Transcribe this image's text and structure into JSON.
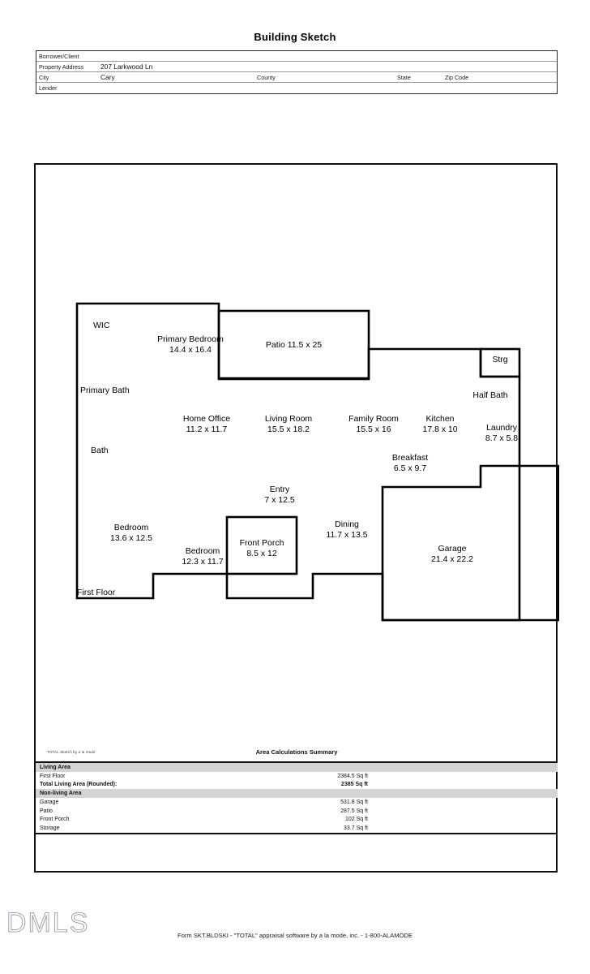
{
  "document": {
    "title": "Building Sketch",
    "form_footer": "Form SKT.BLDSKI - \"TOTAL\" appraisal software by a la mode, inc. - 1-800-ALAMODE",
    "watermark": "DMLS"
  },
  "header": {
    "borrower_label": "Borrower/Client",
    "borrower_value": "",
    "property_address_label": "Property Address",
    "property_address_value": "207 Larkwood Ln",
    "city_label": "City",
    "city_value": "Cary",
    "county_label": "County",
    "county_value": "",
    "state_label": "State",
    "state_value": "",
    "zip_label": "Zip Code",
    "zip_value": "",
    "lender_label": "Lender",
    "lender_value": ""
  },
  "sketch": {
    "floor_label": "First Floor",
    "rooms": [
      {
        "name": "WIC",
        "label": "WIC",
        "dims": ""
      },
      {
        "name": "primary-bedroom",
        "label": "Primary Bedroom",
        "dims": "14.4 x 16.4"
      },
      {
        "name": "patio",
        "label": "Patio 11.5 x 25",
        "dims": ""
      },
      {
        "name": "strg",
        "label": "Strg",
        "dims": ""
      },
      {
        "name": "primary-bath",
        "label": "Primary Bath",
        "dims": ""
      },
      {
        "name": "half-bath",
        "label": "Half Bath",
        "dims": ""
      },
      {
        "name": "home-office",
        "label": "Home Office",
        "dims": "11.2 x 11.7"
      },
      {
        "name": "living-room",
        "label": "Living Room",
        "dims": "15.5 x 18.2"
      },
      {
        "name": "family-room",
        "label": "Family Room",
        "dims": "15.5 x 16"
      },
      {
        "name": "kitchen",
        "label": "Kitchen",
        "dims": "17.8 x 10"
      },
      {
        "name": "laundry",
        "label": "Laundry",
        "dims": "8.7 x 5.8"
      },
      {
        "name": "bath",
        "label": "Bath",
        "dims": ""
      },
      {
        "name": "breakfast",
        "label": "Breakfast",
        "dims": "6.5 x 9.7"
      },
      {
        "name": "entry",
        "label": "Entry",
        "dims": "7 x 12.5"
      },
      {
        "name": "dining",
        "label": "Dining",
        "dims": "11.7 x 13.5"
      },
      {
        "name": "bedroom-1",
        "label": "Bedroom",
        "dims": "13.6 x 12.5"
      },
      {
        "name": "bedroom-2",
        "label": "Bedroom",
        "dims": "12.3 x 11.7"
      },
      {
        "name": "front-porch",
        "label": "Front Porch",
        "dims": "8.5 x 12"
      },
      {
        "name": "garage",
        "label": "Garage",
        "dims": "21.4 x 22.2"
      }
    ]
  },
  "summary": {
    "credit": "TOTAL Sketch by a la mode",
    "heading": "Area Calculations Summary",
    "living_band": "Living Area",
    "nonliving_band": "Non-living Area",
    "living_rows": [
      {
        "name": "First Floor",
        "value": "2384.5 Sq ft"
      },
      {
        "name": "Total Living Area (Rounded):",
        "value": "2385 Sq ft"
      }
    ],
    "nonliving_rows": [
      {
        "name": "Garage",
        "value": "531.8 Sq ft"
      },
      {
        "name": "Patio",
        "value": "287.5 Sq ft"
      },
      {
        "name": "Front Porch",
        "value": "102 Sq ft"
      },
      {
        "name": "Storage",
        "value": "33.7 Sq ft"
      }
    ]
  }
}
